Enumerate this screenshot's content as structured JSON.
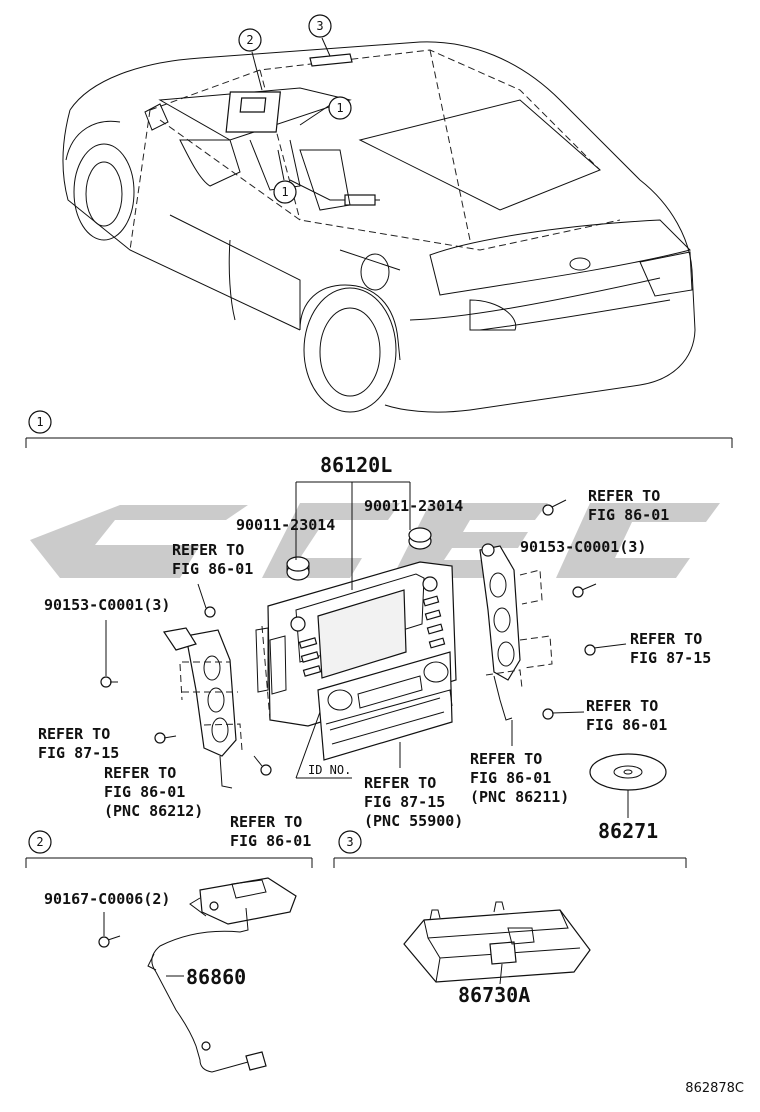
{
  "callouts": {
    "one": "1",
    "two": "2",
    "three": "3"
  },
  "section1": {
    "main_part": "86120L",
    "screw_left": "90011-23014",
    "screw_right": "90011-23014",
    "bolt_left": "90153-C0001(3)",
    "bolt_right": "90153-C0001(3)",
    "refer_left_top": [
      "REFER TO",
      "FIG 86-01"
    ],
    "refer_left_mid": [
      "REFER TO",
      "FIG 87-15"
    ],
    "refer_left_bottom": [
      "REFER TO",
      "FIG 86-01",
      "(PNC 86212)"
    ],
    "refer_bottom_small": [
      "REFER TO",
      "FIG 86-01"
    ],
    "refer_center": [
      "REFER TO",
      "FIG 87-15",
      "(PNC 55900)"
    ],
    "refer_right_top": [
      "REFER TO",
      "FIG 86-01"
    ],
    "refer_right_mid": [
      "REFER TO",
      "FIG 87-15"
    ],
    "refer_right_low": [
      "REFER TO",
      "FIG 86-01"
    ],
    "refer_right_bottom": [
      "REFER TO",
      "FIG 86-01",
      "(PNC 86211)"
    ],
    "id_no": "ID NO.",
    "disc_part": "86271"
  },
  "section2": {
    "bolt": "90167-C0006(2)",
    "part": "86860"
  },
  "section3": {
    "part": "86730A"
  },
  "figure_code": "862878C",
  "colors": {
    "line": "#111111",
    "watermark": "#b9b9b9"
  }
}
